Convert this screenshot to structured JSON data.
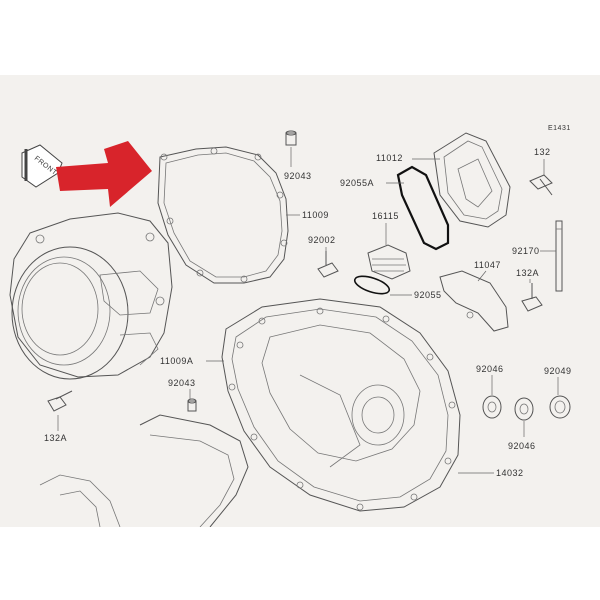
{
  "diagram": {
    "sheet_code": "E1431",
    "front_marker": "FRONT",
    "arrow_color": "#d8242b",
    "labels": [
      {
        "id": "92043-top",
        "text": "92043"
      },
      {
        "id": "11009",
        "text": "11009"
      },
      {
        "id": "11012",
        "text": "11012"
      },
      {
        "id": "92055A",
        "text": "92055A"
      },
      {
        "id": "132-top",
        "text": "132"
      },
      {
        "id": "16115",
        "text": "16115"
      },
      {
        "id": "92002",
        "text": "92002"
      },
      {
        "id": "92170",
        "text": "92170"
      },
      {
        "id": "11047",
        "text": "11047"
      },
      {
        "id": "132A-right",
        "text": "132A"
      },
      {
        "id": "92055",
        "text": "92055"
      },
      {
        "id": "11009A",
        "text": "11009A"
      },
      {
        "id": "92043-left",
        "text": "92043"
      },
      {
        "id": "92046-top",
        "text": "92046"
      },
      {
        "id": "92049",
        "text": "92049"
      },
      {
        "id": "132A-left",
        "text": "132A"
      },
      {
        "id": "92046-bottom",
        "text": "92046"
      },
      {
        "id": "14032",
        "text": "14032"
      }
    ]
  }
}
